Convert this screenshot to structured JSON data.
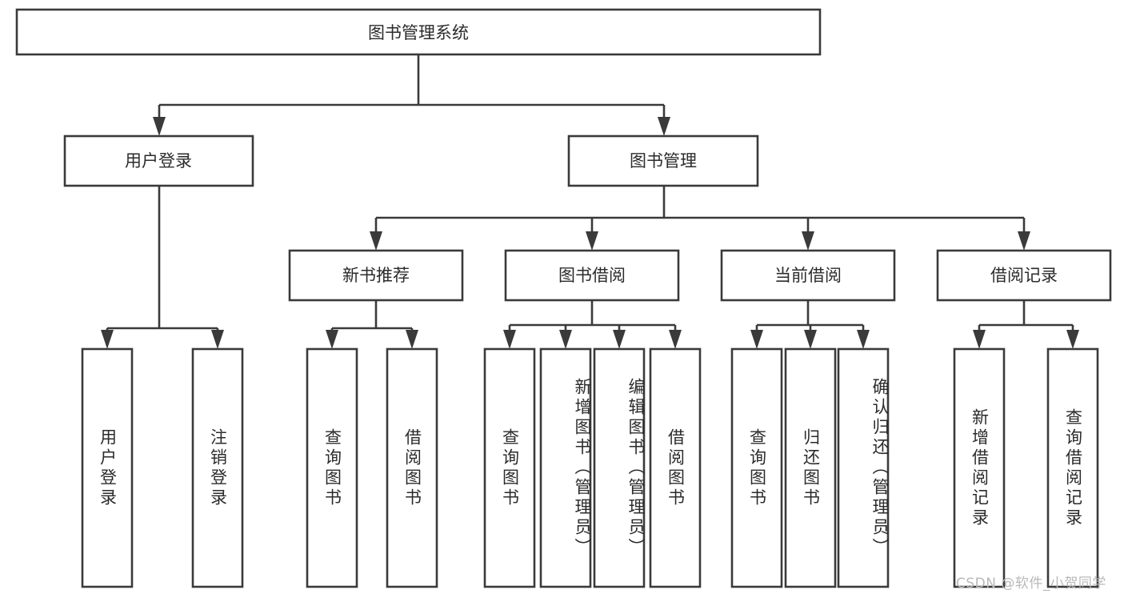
{
  "diagram": {
    "type": "tree",
    "title": "图书管理系统",
    "watermark": "CSDN @软件_小贺同学",
    "colors": {
      "stroke": "#3a3a3a",
      "box_fill": "#ffffff",
      "text": "#2b2b2b",
      "background": "#ffffff",
      "watermark": "#b9b9b9"
    },
    "levels": {
      "root": {
        "label": "图书管理系统"
      },
      "level2": [
        {
          "label": "用户登录"
        },
        {
          "label": "图书管理"
        }
      ],
      "level3": [
        {
          "label": "新书推荐"
        },
        {
          "label": "图书借阅"
        },
        {
          "label": "当前借阅"
        },
        {
          "label": "借阅记录"
        }
      ],
      "leaves": {
        "user_login": [
          {
            "label": "用户登录"
          },
          {
            "label": "注销登录"
          }
        ],
        "new_book_recommend": [
          {
            "label": "查询图书"
          },
          {
            "label": "借阅图书"
          }
        ],
        "book_borrow": [
          {
            "label": "查询图书"
          },
          {
            "label": "新增图书（管理员）"
          },
          {
            "label": "编辑图书（管理员）"
          },
          {
            "label": "借阅图书"
          }
        ],
        "current_borrow": [
          {
            "label": "查询图书"
          },
          {
            "label": "归还图书"
          },
          {
            "label": "确认归还（管理员）"
          }
        ],
        "borrow_record": [
          {
            "label": "新增借阅记录"
          },
          {
            "label": "查询借阅记录"
          }
        ]
      }
    }
  }
}
